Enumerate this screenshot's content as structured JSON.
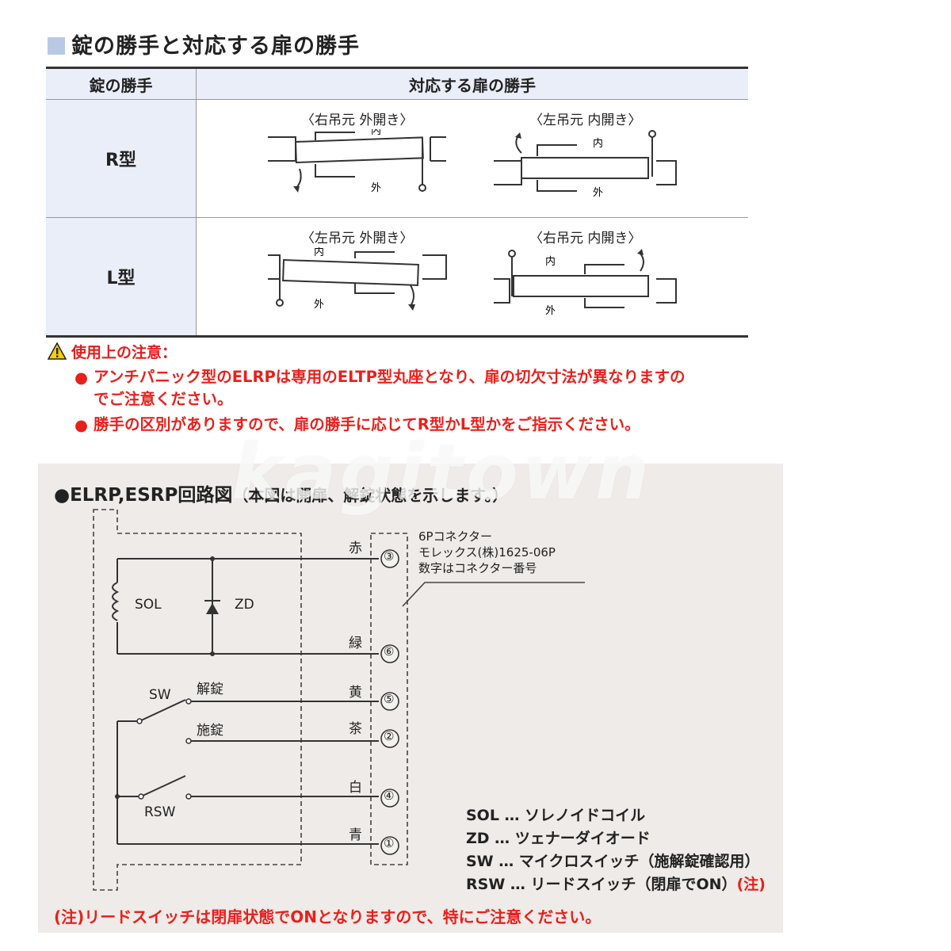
{
  "section": {
    "title": "錠の勝手と対応する扉の勝手"
  },
  "table": {
    "headers": [
      "錠の勝手",
      "対応する扉の勝手"
    ],
    "rows": [
      {
        "type": "R型",
        "left_caption": "〈右吊元 外開き〉",
        "right_caption": "〈左吊元 内開き〉"
      },
      {
        "type": "L型",
        "left_caption": "〈左吊元 外開き〉",
        "right_caption": "〈右吊元 内開き〉"
      }
    ],
    "inside_label": "内",
    "outside_label": "外"
  },
  "notice": {
    "heading": "使用上の注意：",
    "bullet": "●",
    "items": [
      [
        "アンチパニック型のELRPは専用のELTP型丸座となり、扉の切欠寸法が異なりますの",
        "でご注意ください。"
      ],
      [
        "勝手の区別がありますので、扉の勝手に応じてR型かL型かをご指示ください。"
      ]
    ]
  },
  "watermark": "kagitown",
  "circuit": {
    "title": "●ELRP,ESRP回路図",
    "subtitle": "（本図は開扉、解錠状態を示します。）",
    "connector": [
      "6Pコネクター",
      "モレックス(株)1625-06P",
      "数字はコネクター番号"
    ],
    "components": {
      "sol": "SOL",
      "zd": "ZD",
      "sw": "SW",
      "rsw": "RSW",
      "unlock": "解錠",
      "lock": "施錠"
    },
    "wires": [
      {
        "color": "赤",
        "pin": "③"
      },
      {
        "color": "緑",
        "pin": "⑥"
      },
      {
        "color": "黄",
        "pin": "⑤"
      },
      {
        "color": "茶",
        "pin": "②"
      },
      {
        "color": "白",
        "pin": "④"
      },
      {
        "color": "青",
        "pin": "①"
      }
    ],
    "legend": [
      {
        "text": "SOL … ソレノイドコイル"
      },
      {
        "text": "ZD … ツェナーダイオード"
      },
      {
        "text": "SW … マイクロスイッチ（施解錠確認用）"
      },
      {
        "text": "RSW … リードスイッチ（閉扉でON）",
        "mark": "(注)"
      }
    ],
    "note": "(注)リードスイッチは閉扉状態でONとなりますので、特にご注意ください。"
  }
}
